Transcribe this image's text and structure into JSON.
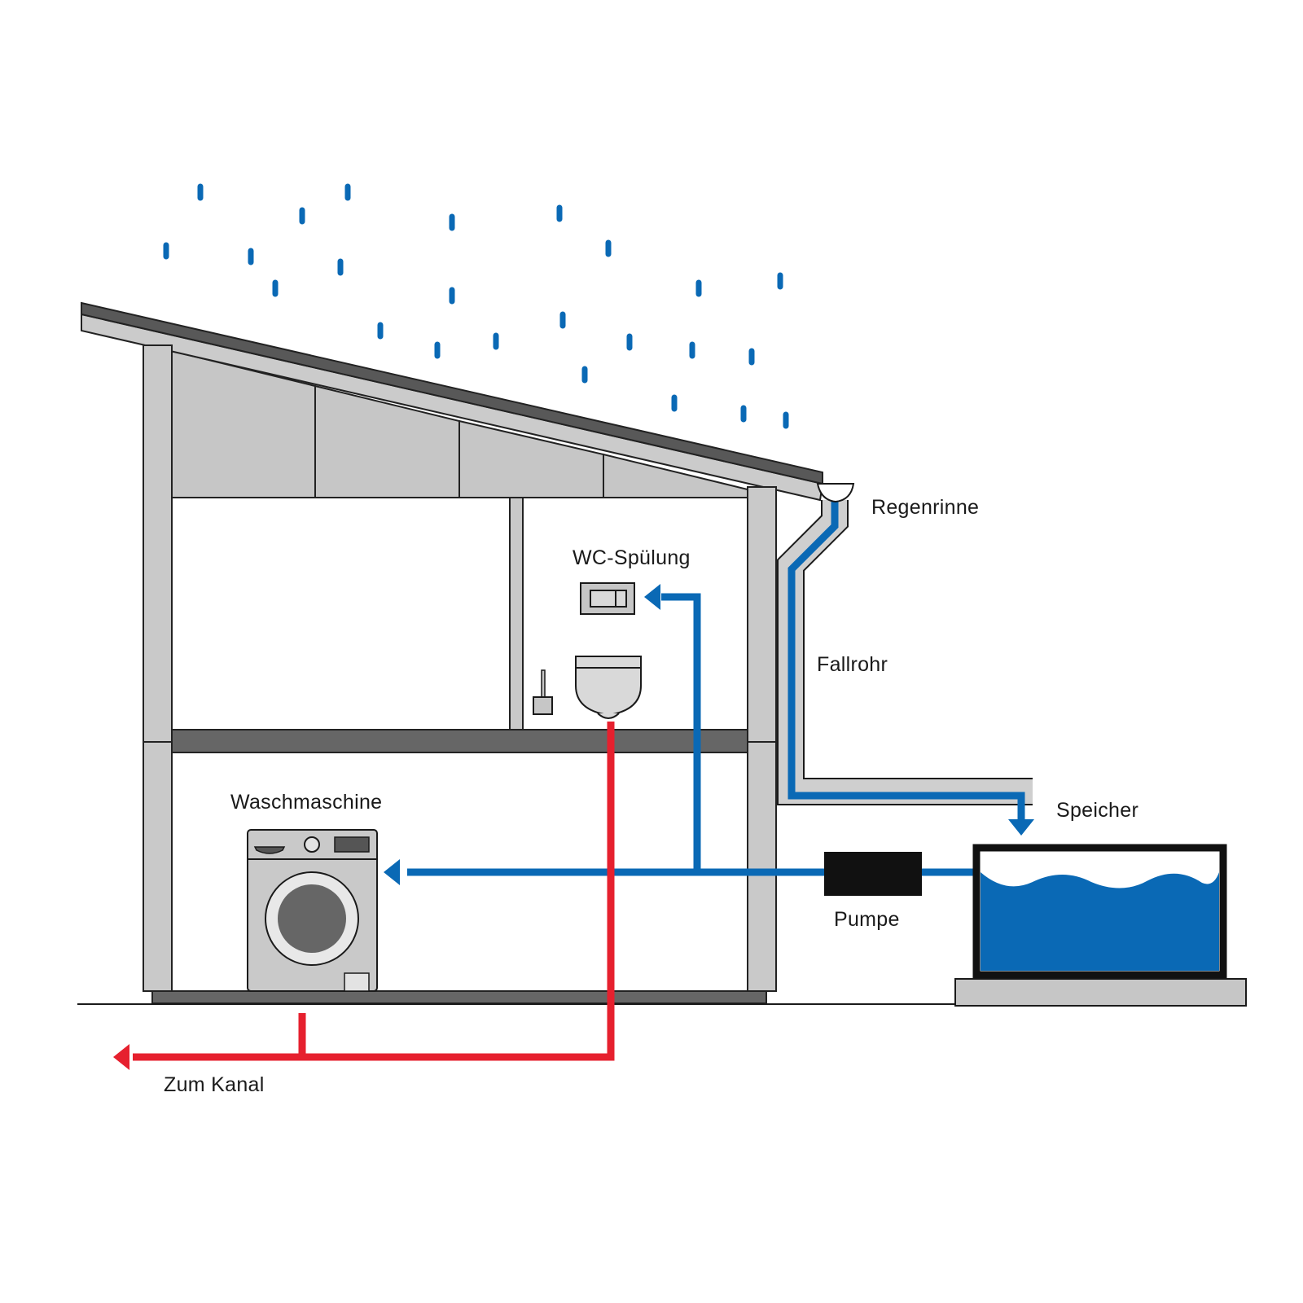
{
  "labels": {
    "gutter": "Regenrinne",
    "toilet_flush": "WC-Spülung",
    "downpipe": "Fallrohr",
    "washing_machine": "Waschmaschine",
    "storage": "Speicher",
    "pump": "Pumpe",
    "sewer": "Zum Kanal"
  },
  "colors": {
    "rainwater": "#0a69b5",
    "wastewater": "#e6202e",
    "structure_light": "#c9c9c9",
    "structure_dark": "#666666",
    "outline": "#1a1a1a"
  }
}
